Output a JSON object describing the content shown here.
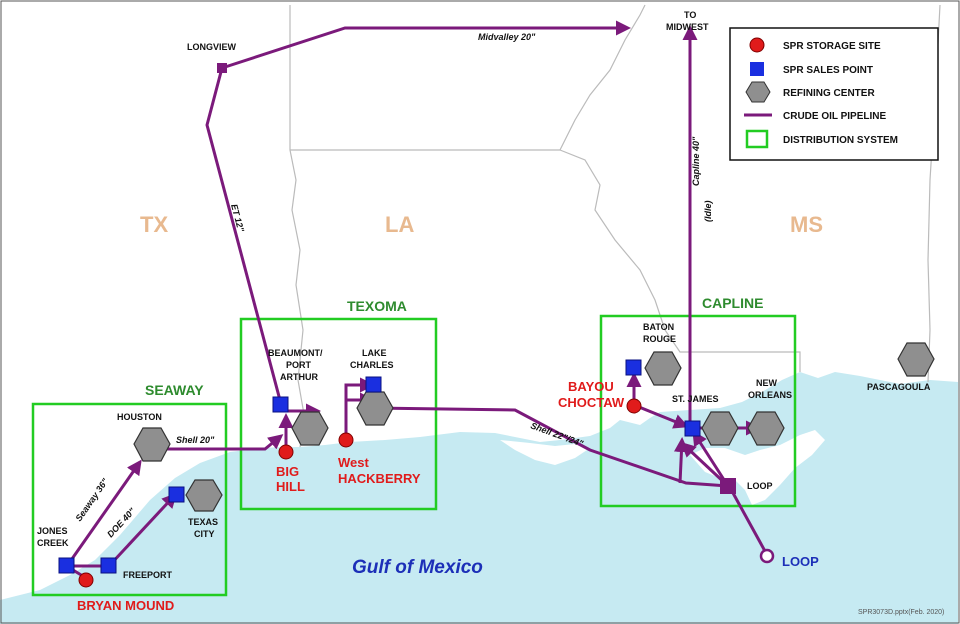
{
  "states": [
    "TX",
    "LA",
    "MS"
  ],
  "water_label": "Gulf of Mexico",
  "legend": {
    "storage_site": "SPR STORAGE SITE",
    "sales_point": "SPR SALES POINT",
    "refining_center": "REFINING CENTER",
    "pipeline": "CRUDE OIL PIPELINE",
    "distribution": "DISTRIBUTION SYSTEM"
  },
  "systems": {
    "seaway": "SEAWAY",
    "texoma": "TEXOMA",
    "capline": "CAPLINE"
  },
  "storage_sites": {
    "bryan_mound": "BRYAN MOUND",
    "big_hill_1": "BIG",
    "big_hill_2": "HILL",
    "west_hackberry_1": "West",
    "west_hackberry_2": "HACKBERRY",
    "bayou_choctaw_1": "BAYOU",
    "bayou_choctaw_2": "CHOCTAW"
  },
  "places": {
    "longview": "LONGVIEW",
    "to_midwest_1": "TO",
    "to_midwest_2": "MIDWEST",
    "houston": "HOUSTON",
    "jones_creek_1": "JONES",
    "jones_creek_2": "CREEK",
    "freeport": "FREEPORT",
    "texas_city_1": "TEXAS",
    "texas_city_2": "CITY",
    "beaumont_1": "BEAUMONT/",
    "beaumont_2": "PORT",
    "beaumont_3": "ARTHUR",
    "lake_charles_1": "LAKE",
    "lake_charles_2": "CHARLES",
    "baton_rouge_1": "BATON",
    "baton_rouge_2": "ROUGE",
    "st_james": "ST. JAMES",
    "new_orleans_1": "NEW",
    "new_orleans_2": "ORLEANS",
    "loop": "LOOP",
    "loop_offshore": "LOOP",
    "pascagoula": "PASCAGOULA"
  },
  "pipelines": {
    "midvalley": "Midvalley 20\"",
    "et": "ET 12\"",
    "capline_1": "Capline 40\"",
    "capline_2": "(Idle)",
    "shell_20": "Shell 20\"",
    "shell_22": "Shell 22\"/24\"",
    "seaway": "Seaway 36\"",
    "doe": "DOE 40\""
  },
  "footnote": "SPR3073D.pptx(Feb. 2020)",
  "colors": {
    "water": "#c6eaf2",
    "land": "#ffffff",
    "pipeline": "#7b1a7b",
    "distribution_box": "#22cc22",
    "storage_site": "#e01b1b",
    "sales_point": "#1a2fe0",
    "refining_center": "#8f8f8f",
    "state_label": "#e8b98f"
  }
}
